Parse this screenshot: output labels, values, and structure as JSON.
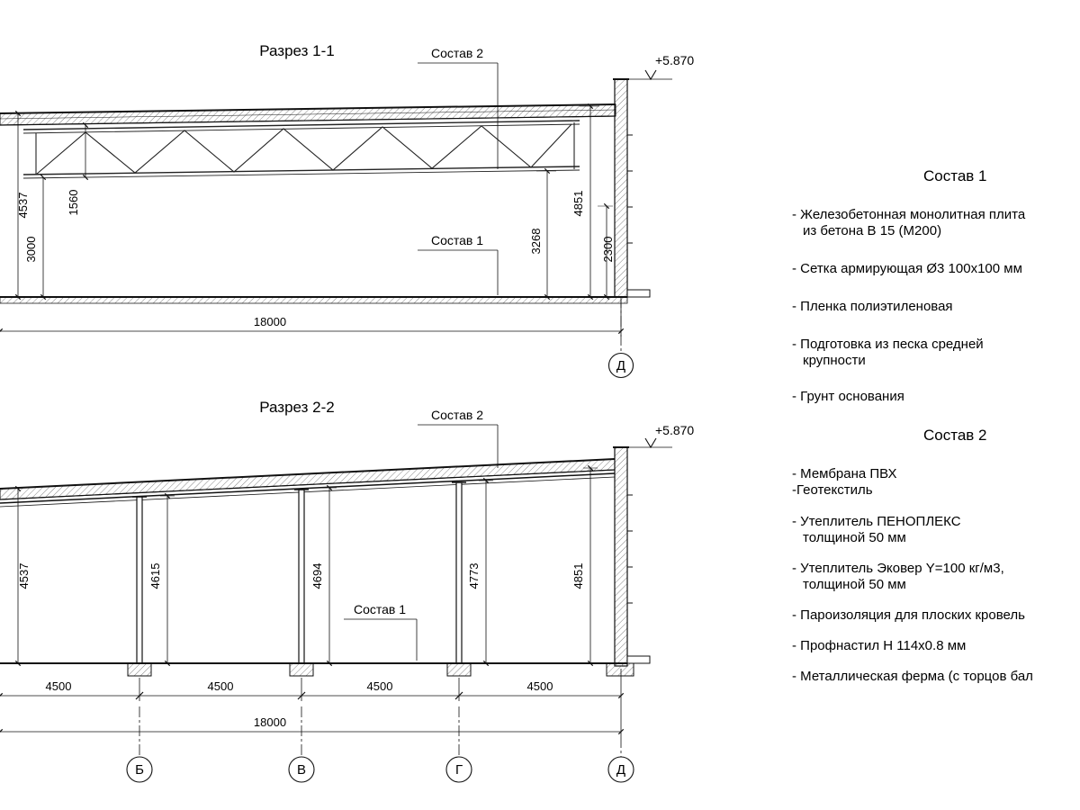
{
  "s1": {
    "title": "Разрез 1-1",
    "leader_roof": "Состав 2",
    "leader_floor": "Состав 1",
    "level": "+5.870",
    "dim_total_left": "4537",
    "dim_clear_left": "3000",
    "dim_truss": "1560",
    "dim_clear_right": "3268",
    "dim_total_right": "4851",
    "dim_opening": "2300",
    "dim_span": "18000",
    "axis": "Д"
  },
  "s2": {
    "title": "Разрез 2-2",
    "leader_roof": "Состав 2",
    "leader_floor": "Состав 1",
    "level": "+5.870",
    "heights": [
      "4537",
      "4615",
      "4694",
      "4773",
      "4851"
    ],
    "bays": [
      "4500",
      "4500",
      "4500",
      "4500"
    ],
    "dim_span": "18000",
    "axes": [
      "Б",
      "В",
      "Г",
      "Д"
    ]
  },
  "legend": {
    "title1": "Состав 1",
    "items1": [
      [
        "- Железобетонная  монолитная плита",
        "из бетона В 15 (М200)"
      ],
      [
        "- Сетка армирующая Ø3 100х100 мм"
      ],
      [
        "- Пленка полиэтиленовая"
      ],
      [
        "- Подготовка из песка средней",
        "крупности"
      ],
      [
        "- Грунт основания"
      ]
    ],
    "title2": "Состав 2",
    "items2": [
      [
        "- Мембрана ПВХ",
        "-Геотекстиль"
      ],
      [
        "- Утеплитель ПЕНОПЛЕКС",
        "толщиной 50 мм"
      ],
      [
        "- Утеплитель Эковер Y=100 кг/м3,",
        "толщиной 50 мм"
      ],
      [
        "- Пароизоляция для плоских кровель"
      ],
      [
        "- Профнастил Н 114х0.8 мм"
      ],
      [
        "- Металлическая ферма (с торцов бал"
      ]
    ]
  }
}
